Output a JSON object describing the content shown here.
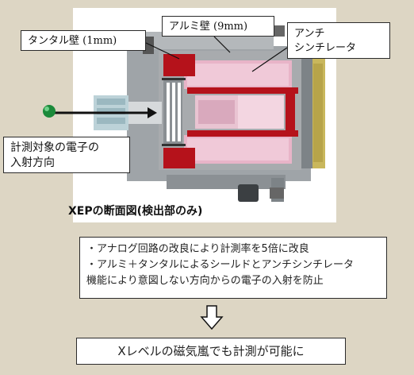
{
  "figure": {
    "labels": {
      "tantalum_wall": "タンタル壁",
      "tantalum_thickness": "(1mm)",
      "aluminum_wall": "アルミ壁",
      "aluminum_thickness": "(9mm)",
      "anti_line1": "アンチ",
      "anti_line2": "シンチレータ",
      "electron_line1": "計測対象の電子の",
      "electron_line2": "入射方向"
    },
    "caption": "XEPの断面図(検出部のみ)"
  },
  "notes": {
    "line1": "・アナログ回路の改良により計測率を5倍に改良",
    "line2": "・アルミ＋タンタルによるシールドとアンチシンチレータ",
    "line3": "機能により意図しない方向からの電子の入射を防止"
  },
  "result": "Xレベルの磁気嵐でも計測が可能に",
  "colors": {
    "background": "#ddd6c4",
    "shield_red": "#b5121b",
    "scintillator_pink": "#e8b4c8",
    "housing_gray": "#9fa4a8",
    "electron_green": "#1b8a3a"
  }
}
